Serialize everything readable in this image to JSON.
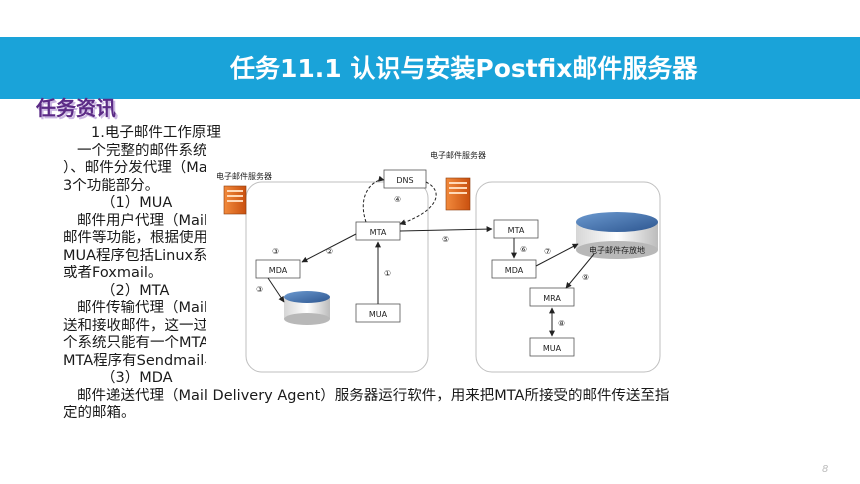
{
  "slide": {
    "title": "任务11.1 认识与安装Postfix邮件服务器",
    "section_badge": "任务资讯",
    "page_number": "8"
  },
  "body": {
    "lines": [
      "1.电子邮件工作原理",
      "一个完整的邮件系统除底层操作系统外，还包括邮件传输代理（Mail Transfer Agent，MTA",
      "）、邮件分发代理（Mail Delivery Agent，MDA）、邮件用户代理（Mail User Agent，MUA）",
      "3个功能部分。",
      "（1）MUA",
      "邮件用户代理（Mail User Agent）负责为用户提供编写、阅读、删除、回复及时处理",
      "邮件等功能，根据使用方法，可以是基于文本或图形界面的客户端程序。一般常见的",
      "MUA程序包括Linux系统中的mail、elm、pine等，Windows系统中的Outlook Express",
      "或者Foxmail。",
      "（2）MTA",
      "邮件传输代理（Mail Transfer Agent）负责处理邮件的传输，接收用户使用MUA发",
      "送和接收邮件，这一过程对用户是透明的。MTA是邮件服务器的核心，与MUA不同，每",
      "个系统只能有一个MTA程序运行，负责邮件的接收与发送。目前Linux中使用最为广泛的",
      "MTA程序有Sendmail、Postfix等。",
      "（3）MDA",
      "邮件递送代理（Mail Delivery Agent）服务器运行软件，用来把MTA所接受的邮件传送至指",
      "定的邮箱。"
    ]
  },
  "diagram": {
    "left_server_label": "电子邮件服务器",
    "right_server_label": "电子邮件服务器",
    "dns_label": "DNS",
    "storage_label": "电子邮件存放地",
    "left": {
      "mta": "MTA",
      "mda": "MDA",
      "mua": "MUA"
    },
    "right": {
      "mta": "MTA",
      "mda": "MDA",
      "mra": "MRA",
      "mua": "MUA"
    },
    "steps": [
      "①",
      "②",
      "③",
      "④",
      "⑤",
      "⑥",
      "⑦",
      "⑧",
      "⑨"
    ]
  },
  "colors": {
    "title_bar": "#1aa3d9",
    "badge": "#5b2a86",
    "server_orange": "#e8661c",
    "disk_blue": "#3f6fa8"
  }
}
